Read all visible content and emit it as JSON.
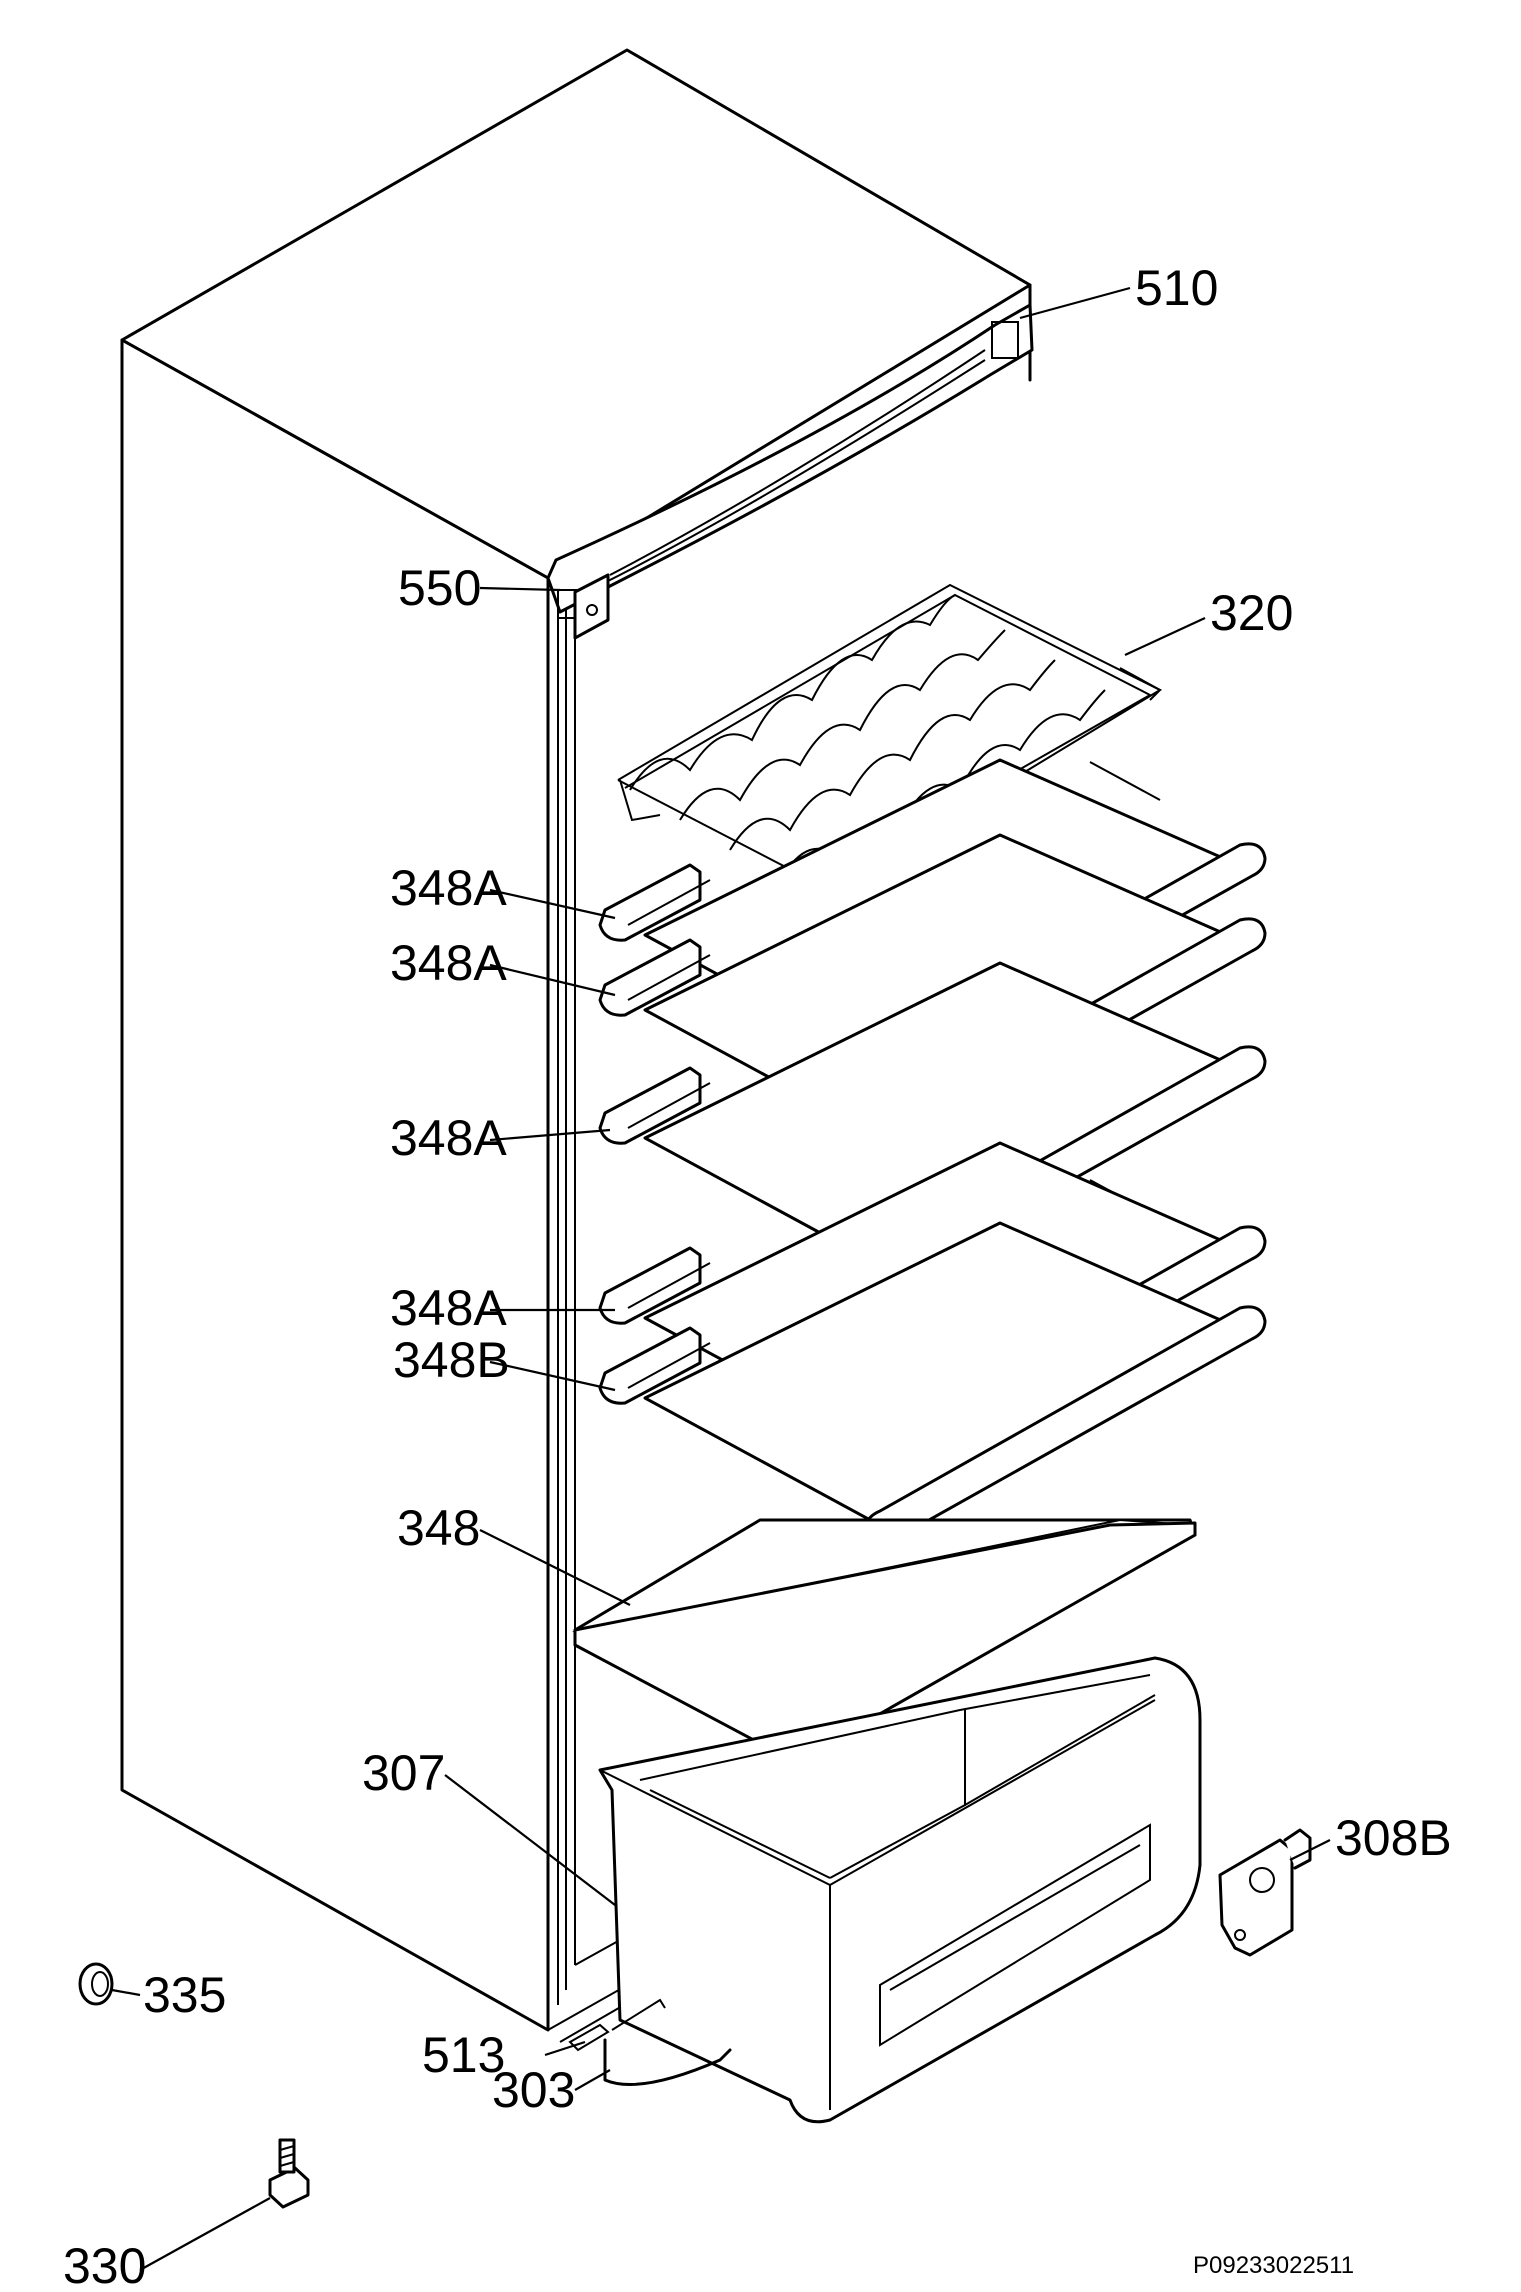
{
  "labels": {
    "p510": "510",
    "p550": "550",
    "p320": "320",
    "p348a_1": "348A",
    "p348a_2": "348A",
    "p348a_3": "348A",
    "p348a_4": "348A",
    "p348b": "348B",
    "p348": "348",
    "p307": "307",
    "p308b": "308B",
    "p335": "335",
    "p513": "513",
    "p303": "303",
    "p330": "330"
  },
  "drawing_code": "P09233022511"
}
